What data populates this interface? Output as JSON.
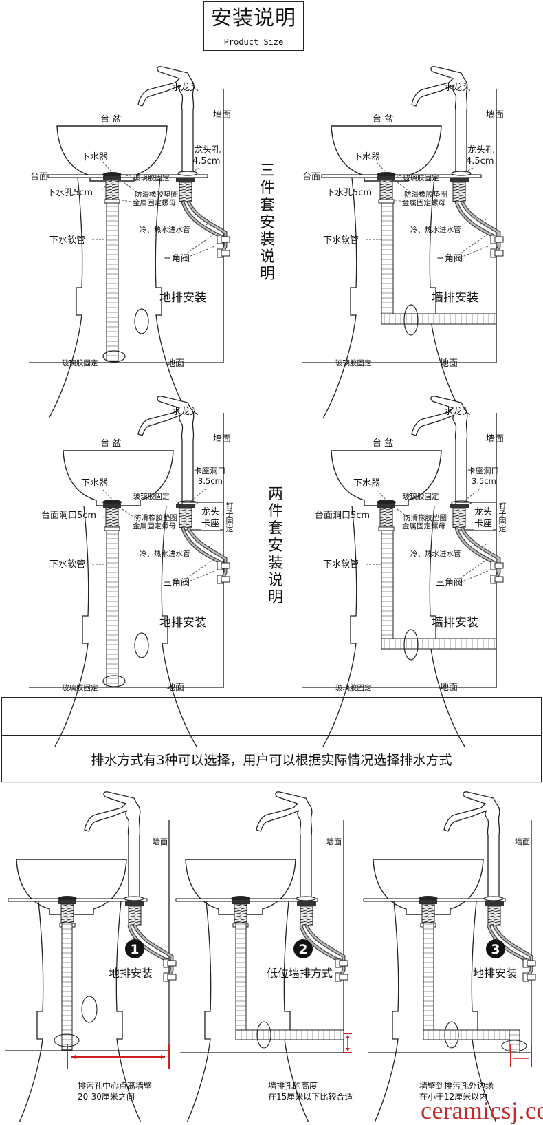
{
  "header": {
    "title": "安装说明",
    "subtitle": "Product Size"
  },
  "section_three_piece": {
    "vertical_title": "三件套安装说明",
    "floor_drain": {
      "faucet": "水龙头",
      "wall": "墙面",
      "basin": "台 盆",
      "drain": "下水器",
      "faucet_hole": "龙头孔",
      "faucet_hole_size": "4.5cm",
      "countertop": "台面",
      "glass_glue": "玻璃胶固定",
      "drain_hole": "下水孔5cm",
      "gasket": "防滑橡胶垫圈",
      "nut": "金属固定螺母",
      "inlet_pipes": "冷、热水进水管",
      "drain_hose": "下水软管",
      "angle_valve": "三角阀",
      "method": "地排安装",
      "floor_glue": "玻璃胶固定",
      "floor": "地面"
    },
    "wall_drain": {
      "faucet": "水龙头",
      "wall": "墙面",
      "basin": "台 盆",
      "drain": "下水器",
      "faucet_hole": "龙头孔",
      "faucet_hole_size": "4.5cm",
      "countertop": "台面",
      "glass_glue": "玻璃胶固定",
      "drain_hole": "下水孔5cm",
      "gasket": "防滑橡胶垫圈",
      "nut": "金属固定螺母",
      "inlet_pipes": "冷、热水进水管",
      "drain_hose": "下水软管",
      "angle_valve": "三角阀",
      "method": "墙排安装",
      "floor_glue": "玻璃胶固定",
      "floor": "地面"
    }
  },
  "section_two_piece": {
    "vertical_title": "两件套安装说明",
    "floor_drain": {
      "faucet": "水龙头",
      "wall": "墙面",
      "basin": "台 盆",
      "drain": "下水器",
      "faucet_hole": "卡座洞口",
      "faucet_hole_size": "3.5cm",
      "countertop": "台面洞口5cm",
      "glass_glue": "玻璃胶固定",
      "gasket": "防滑橡胶垫圈",
      "nut": "金属固定螺母",
      "bracket": "龙头卡座",
      "nail": "钉子固定",
      "inlet_pipes": "冷、热水进水管",
      "drain_hose": "下水软管",
      "angle_valve": "三角阀",
      "method": "地排安装",
      "floor_glue": "玻璃胶固定",
      "floor": "地面"
    },
    "wall_drain": {
      "faucet": "水龙头",
      "wall": "墙面",
      "basin": "台 盆",
      "drain": "下水器",
      "faucet_hole": "卡座洞口",
      "faucet_hole_size": "3.5cm",
      "countertop": "台面洞口5cm",
      "glass_glue": "玻璃胶固定",
      "gasket": "防滑橡胶垫圈",
      "nut": "金属固定螺母",
      "bracket": "龙头卡座",
      "nail": "钉子固定",
      "inlet_pipes": "冷、热水进水管",
      "drain_hose": "下水软管",
      "angle_valve": "三角阀",
      "method": "墙排安装",
      "floor_glue": "玻璃胶固定",
      "floor": "地面"
    }
  },
  "drainage_note": "排水方式有3种可以选择，用户可以根据实际情况选择排水方式",
  "options": [
    {
      "number": "1",
      "wall": "墙面",
      "method": "地排安装",
      "note_line1": "排污孔中心点离墙壁",
      "note_line2": "20-30厘米之间"
    },
    {
      "number": "2",
      "wall": "墙面",
      "method": "低位墙排方式",
      "note_line1": "墙排孔的高度",
      "note_line2": "在15厘米以下比较合适"
    },
    {
      "number": "3",
      "wall": "墙面",
      "method": "地排安装",
      "note_line1": "墙壁到排污孔外边缘",
      "note_line2": "在小于12厘米以内"
    }
  ],
  "watermark": "ceramicsj.com",
  "colors": {
    "line": "#222222",
    "dimension": "#cc1f1f",
    "watermark": "#c62828"
  }
}
